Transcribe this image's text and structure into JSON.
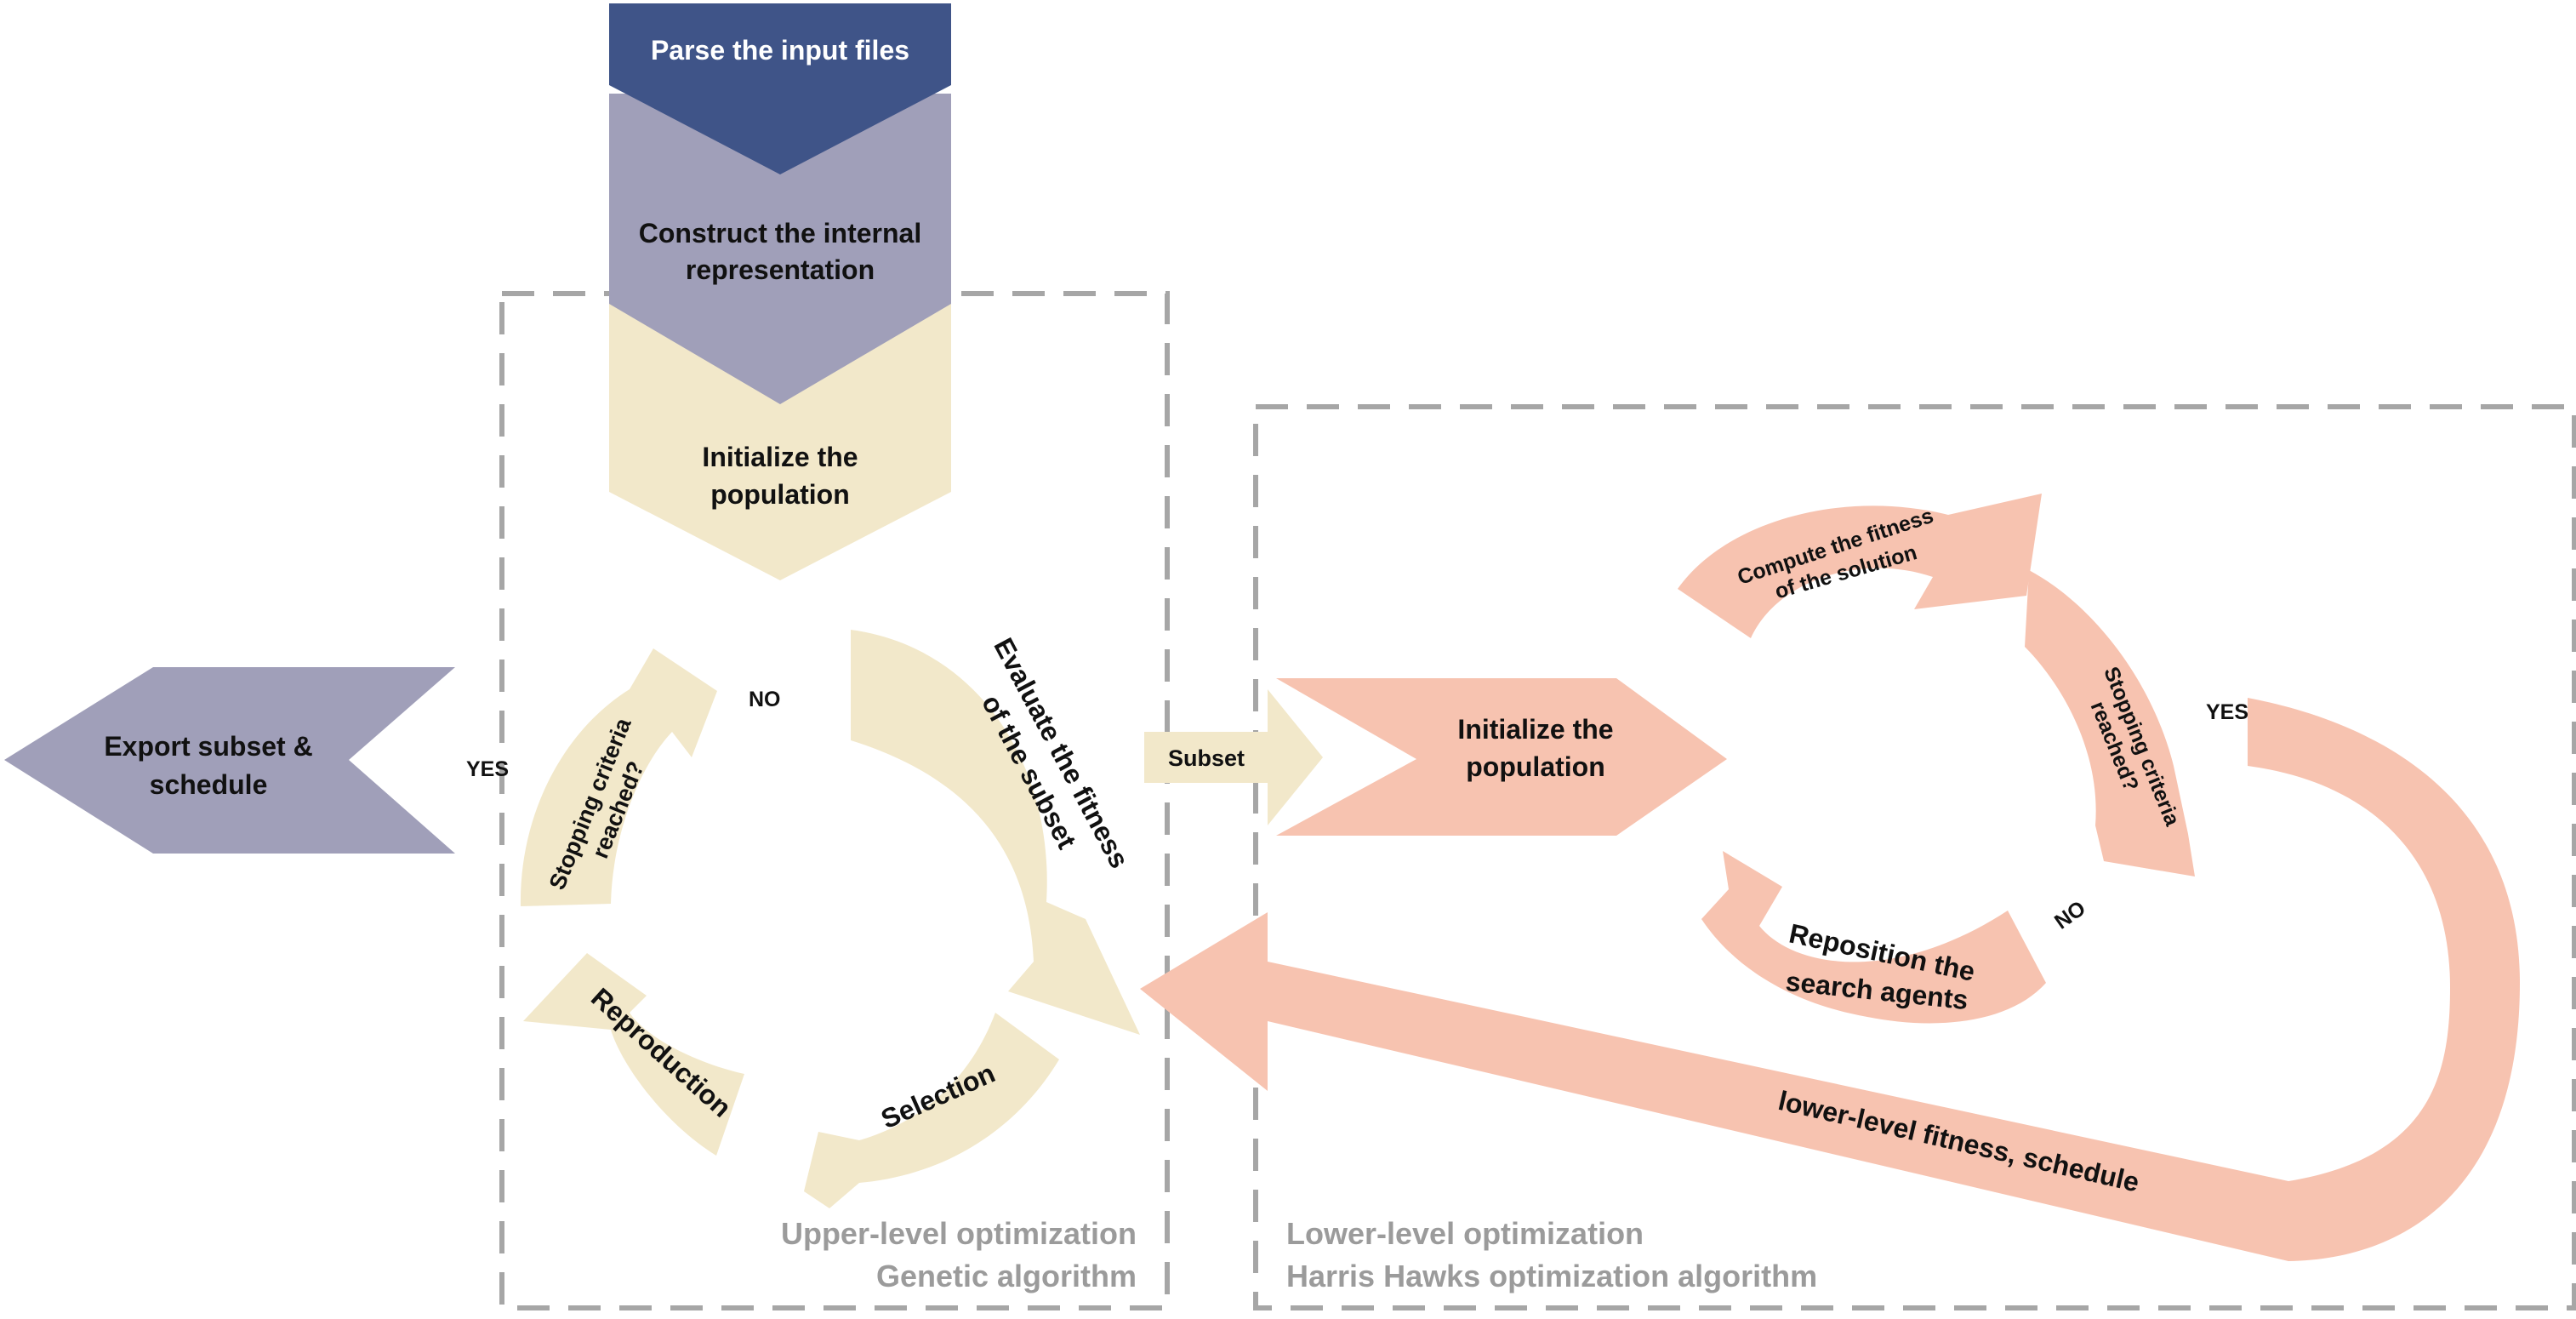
{
  "colors": {
    "navy": "#3f5488",
    "lavender": "#a09fb9",
    "cream": "#f2e8ca",
    "salmon": "#f7c3b0",
    "dashed_border": "#a6a6a6",
    "caption_gray": "#9b9b9b"
  },
  "pipeline": {
    "parse": "Parse the input files",
    "construct_line1": "Construct the internal",
    "construct_line2": "representation",
    "init_line1": "Initialize the",
    "init_line2": "population"
  },
  "upper": {
    "caption_line1": "Upper-level optimization",
    "caption_line2": "Genetic algorithm",
    "stopping_line1": "Stopping criteria",
    "stopping_line2": "reached?",
    "no_label": "NO",
    "evaluate_line1": "Evaluate the fitness",
    "evaluate_line2": "of the subset",
    "selection": "Selection",
    "reproduction": "Reproduction"
  },
  "export": {
    "line1": "Export subset &",
    "line2": "schedule",
    "yes_label": "YES"
  },
  "subset_arrow": "Subset",
  "lower": {
    "caption_line1": "Lower-level optimization",
    "caption_line2": "Harris Hawks optimization algorithm",
    "init_line1": "Initialize the",
    "init_line2": "population",
    "compute_line1": "Compute the fitness",
    "compute_line2": "of the solution",
    "stopping_line1": "Stopping criteria",
    "stopping_line2": "reached?",
    "yes_label": "YES",
    "no_label": "NO",
    "reposition_line1": "Reposition the",
    "reposition_line2": "search agents",
    "feedback": "lower-level fitness, schedule"
  }
}
